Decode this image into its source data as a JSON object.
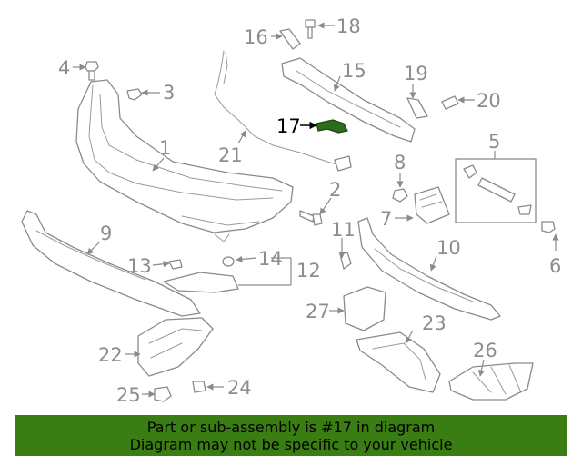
{
  "diagram": {
    "highlighted_callout": "17",
    "callouts": {
      "c1": "1",
      "c2": "2",
      "c3": "3",
      "c4": "4",
      "c5": "5",
      "c6": "6",
      "c7": "7",
      "c8": "8",
      "c9": "9",
      "c10": "10",
      "c11": "11",
      "c12": "12",
      "c13": "13",
      "c14": "14",
      "c15": "15",
      "c16": "16",
      "c17": "17",
      "c18": "18",
      "c19": "19",
      "c20": "20",
      "c21": "21",
      "c22": "22",
      "c23": "23",
      "c24": "24",
      "c25": "25",
      "c26": "26",
      "c27": "27"
    },
    "colors": {
      "highlight": "#2f6b1c",
      "banner": "#3a7d12",
      "line": "#8a8a8a"
    }
  },
  "footer": {
    "line1": "Part or sub-assembly is #17 in diagram",
    "line2": "Diagram may not be specific to your vehicle"
  }
}
